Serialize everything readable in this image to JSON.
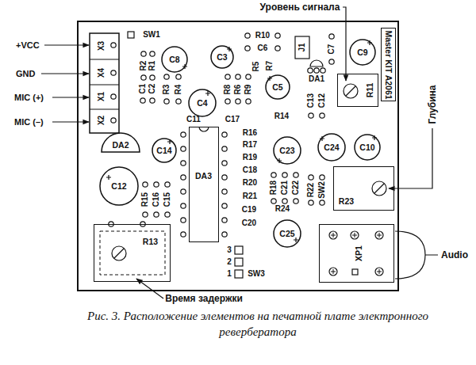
{
  "diagram": {
    "caption": "Рис. 3. Расположение элементов на печатной плате электронного ревербератора",
    "nodes": [
      {
        "text": [
          "C8"
        ]
      },
      {
        "text": [
          "C3"
        ]
      },
      {
        "text": [
          "C9"
        ]
      },
      {
        "text": [
          "Master KIT A2061"
        ]
      },
      {
        "text": [
          "R11"
        ]
      },
      {
        "text": [
          "C5"
        ]
      },
      {
        "text": [
          "C4"
        ]
      },
      {
        "text": [
          "DA2"
        ]
      },
      {
        "text": [
          "DA3"
        ]
      },
      {
        "text": [
          "C14"
        ]
      },
      {
        "text": [
          "C23"
        ]
      },
      {
        "text": [
          "C24"
        ]
      },
      {
        "text": [
          "C10"
        ]
      },
      {
        "text": [
          "C12"
        ]
      },
      {
        "text": [
          "R23"
        ]
      },
      {
        "text": [
          "R13"
        ]
      },
      {
        "text": [
          "C25"
        ]
      },
      {
        "text": [
          "XP1"
        ]
      }
    ],
    "labels": [
      "Уровень сигнала",
      "+VCC",
      "GND",
      "MIC (+)",
      "MIC (–)",
      "X3",
      "X4",
      "X1",
      "X2",
      "SW1",
      "R10",
      "C6",
      "J1",
      "R2",
      "R1",
      "R5",
      "R7",
      "C7",
      "DA1",
      "C1",
      "C2",
      "R3",
      "R4",
      "R8",
      "R6",
      "R9",
      "C13",
      "C12",
      "Глубина",
      "C11",
      "C17",
      "R14",
      "R16",
      "R17",
      "R19",
      "C18",
      "R20",
      "R21",
      "C19",
      "C20",
      "R18",
      "C21",
      "C22",
      "R22",
      "SW2",
      "R24",
      "R15",
      "C16",
      "C15",
      "3",
      "2",
      "1",
      "SW3",
      "Audio",
      "Время задержки"
    ]
  }
}
